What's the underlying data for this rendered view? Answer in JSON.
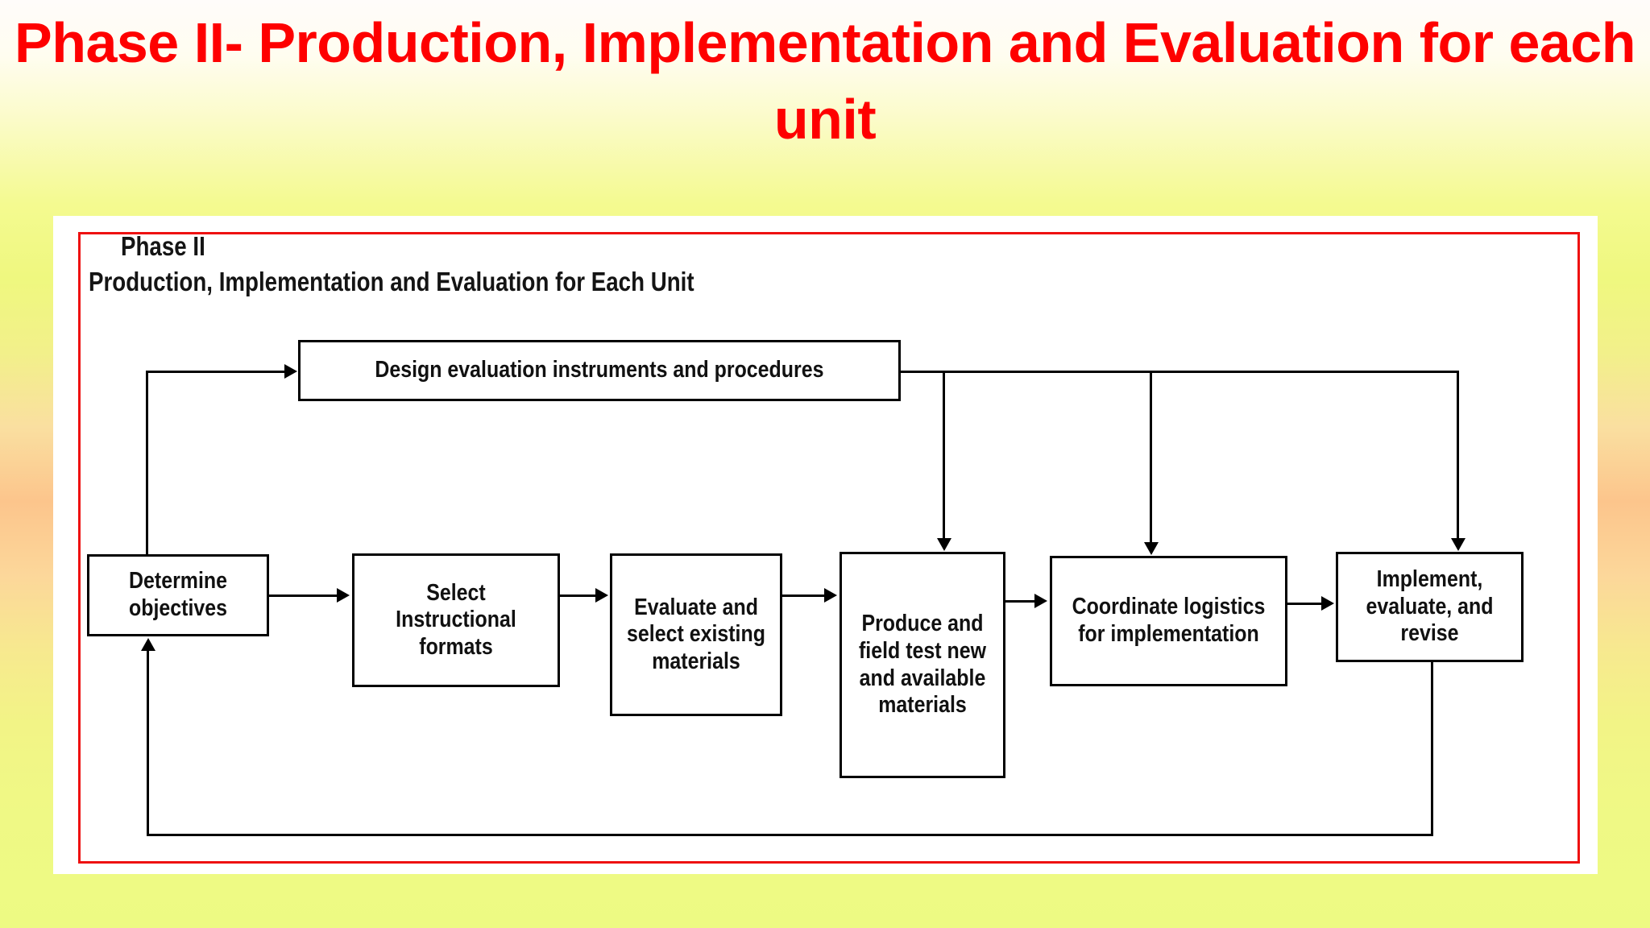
{
  "slide": {
    "title": "Phase II- Production, Implementation and Evaluation for each unit",
    "title_color": "#FE0000",
    "card_border_color": "#EE1111",
    "card_background": "#FFFFFF"
  },
  "diagram": {
    "heading_line1": "Phase II",
    "heading_line2": "Production, Implementation and Evaluation for Each Unit",
    "nodes": [
      {
        "id": "design",
        "label": "Design evaluation instruments and procedures"
      },
      {
        "id": "determine",
        "label": "Determine objectives"
      },
      {
        "id": "select",
        "label": "Select Instructional formats"
      },
      {
        "id": "evaluate",
        "label": "Evaluate and select existing materials"
      },
      {
        "id": "produce",
        "label": "Produce and field test new and available materials"
      },
      {
        "id": "coordinate",
        "label": "Coordinate logistics for implementation"
      },
      {
        "id": "implement",
        "label": "Implement, evaluate, and revise"
      }
    ],
    "edges": [
      {
        "from": "determine",
        "to": "design",
        "kind": "feedback-up-left"
      },
      {
        "from": "determine",
        "to": "select",
        "kind": "horizontal"
      },
      {
        "from": "select",
        "to": "evaluate",
        "kind": "horizontal"
      },
      {
        "from": "evaluate",
        "to": "produce",
        "kind": "horizontal"
      },
      {
        "from": "produce",
        "to": "coordinate",
        "kind": "horizontal"
      },
      {
        "from": "coordinate",
        "to": "implement",
        "kind": "horizontal"
      },
      {
        "from": "design",
        "to": "produce",
        "kind": "drop-down"
      },
      {
        "from": "design",
        "to": "coordinate",
        "kind": "drop-down"
      },
      {
        "from": "design",
        "to": "implement",
        "kind": "drop-down"
      },
      {
        "from": "implement",
        "to": "determine",
        "kind": "feedback-bottom-loop"
      }
    ]
  }
}
